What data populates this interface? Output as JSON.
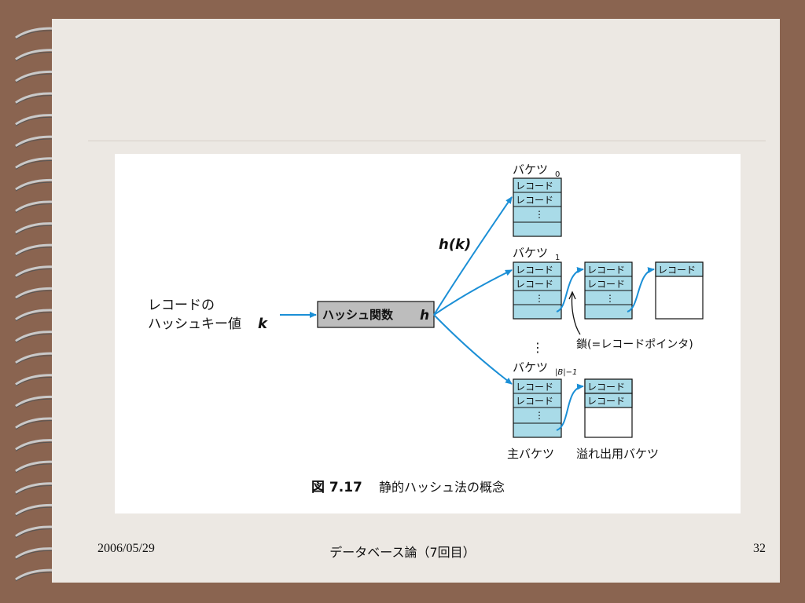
{
  "colors": {
    "background": "#8a6450",
    "slide": "#ece8e3",
    "cell": "#a9dbe8",
    "arrow": "#1b8fd6",
    "hash_box": "#bdbdbd"
  },
  "figure": {
    "input_line1": "レコードの",
    "input_line2": "ハッシュキー値",
    "input_var": "k",
    "hash_label": "ハッシュ関数",
    "hash_var": "h",
    "hk": "h(k)",
    "bucket0": "バケツ",
    "bucket0_sub": "0",
    "bucket1": "バケツ",
    "bucket1_sub": "1",
    "bucketB": "バケツ",
    "bucketB_sub": "|B|−1",
    "record": "レコード",
    "dots": "⋮",
    "chain_label": "鎖(=レコードポインタ)",
    "main_bucket": "主バケツ",
    "overflow_bucket": "溢れ出用バケツ",
    "caption_num": "図 7.17",
    "caption_text": "静的ハッシュ法の概念"
  },
  "footer": {
    "date": "2006/05/29",
    "title": "データベース論（7回目）",
    "page": "32"
  }
}
